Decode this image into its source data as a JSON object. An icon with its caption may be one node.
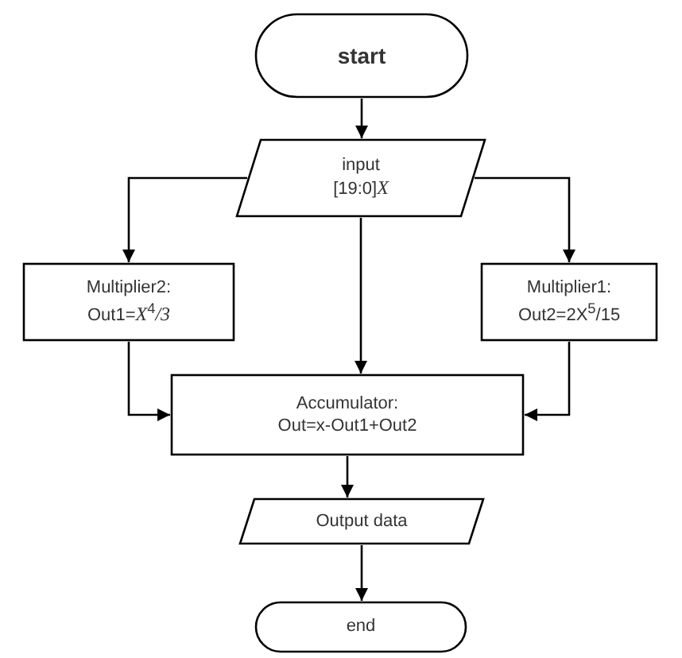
{
  "diagram": {
    "nodes": [
      {
        "text": [
          "start"
        ]
      },
      {
        "text": [
          "input",
          "[19:0]*X*"
        ]
      },
      {
        "text": [
          "Multiplier2:",
          "Out1=*X*$^{4}$*/3*"
        ]
      },
      {
        "text": [
          "Multiplier1:",
          "Out2=2X$^{5}$/15"
        ]
      },
      {
        "text": [
          "Accumulator:",
          "Out=x-Out1+Out2"
        ]
      },
      {
        "text": [
          "Output data"
        ]
      },
      {
        "text": [
          "end"
        ]
      }
    ],
    "edges": [
      {
        "from": 0,
        "to": 1,
        "arrow": "to"
      },
      {
        "from": 1,
        "to": 2,
        "arrow": "to"
      },
      {
        "from": 1,
        "to": 3,
        "arrow": "to"
      },
      {
        "from": 1,
        "to": 4,
        "arrow": "to"
      },
      {
        "from": 2,
        "to": 4,
        "arrow": "to"
      },
      {
        "from": 3,
        "to": 4,
        "arrow": "to"
      },
      {
        "from": 4,
        "to": 5,
        "arrow": "to"
      },
      {
        "from": 5,
        "to": 6,
        "arrow": "to"
      }
    ]
  }
}
